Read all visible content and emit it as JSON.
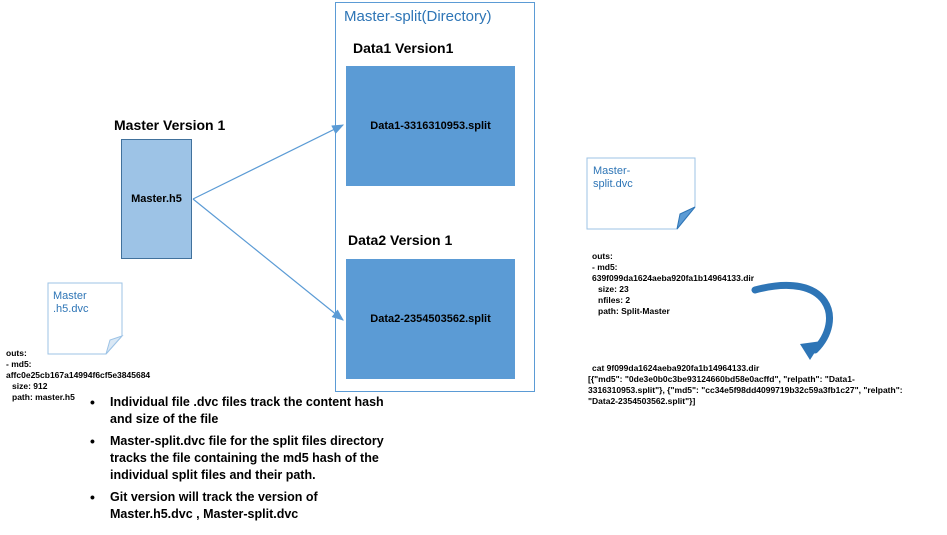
{
  "directory": {
    "title": "Master-split(Directory)"
  },
  "data1": {
    "heading": "Data1 Version1",
    "box_label": "Data1-3316310953.split"
  },
  "data2": {
    "heading": "Data2 Version 1",
    "box_label": "Data2-2354503562.split"
  },
  "master": {
    "heading": "Master Version 1",
    "box_label": "Master.h5"
  },
  "master_dvc_note": {
    "line1": "Master",
    "line2": ".h5.dvc"
  },
  "master_split_dvc_note": {
    "line1": "Master-",
    "line2": "split.dvc"
  },
  "master_dvc_content": [
    "outs:",
    "- md5:",
    "affc0e25cb167a14994f6cf5e3845684",
    "  size: 912",
    "  path: master.h5"
  ],
  "split_dvc_content": [
    "outs:",
    "- md5:",
    "639f099da1624aeba920fa1b14964133.dir",
    "  size: 23",
    "  nfiles: 2",
    "  path: Split-Master"
  ],
  "cat_output": [
    "cat 9f099da1624aeba920fa1b14964133.dir",
    "[{\"md5\": \"0de3e0b0c3be93124660bd58e0acffd\", \"relpath\": \"Data1-",
    "3316310953.split\"}, {\"md5\": \"cc34e5f98dd4099719b32c59a3fb1c27\", \"relpath\":",
    "\"Data2-2354503562.split\"}]"
  ],
  "bullets": [
    [
      "Individual file .dvc files track the content hash",
      "and size of the file"
    ],
    [
      "Master-split.dvc file for the split files directory",
      "tracks the file containing the md5 hash of the",
      "individual split files and their path."
    ],
    [
      "Git version will track the version of",
      "Master.h5.dvc , Master-split.dvc"
    ]
  ],
  "colors": {
    "box_blue": "#5b9bd5",
    "master_box": "#9dc3e6",
    "arrow": "#5b9bd5",
    "note_text": "#2e75b6"
  }
}
